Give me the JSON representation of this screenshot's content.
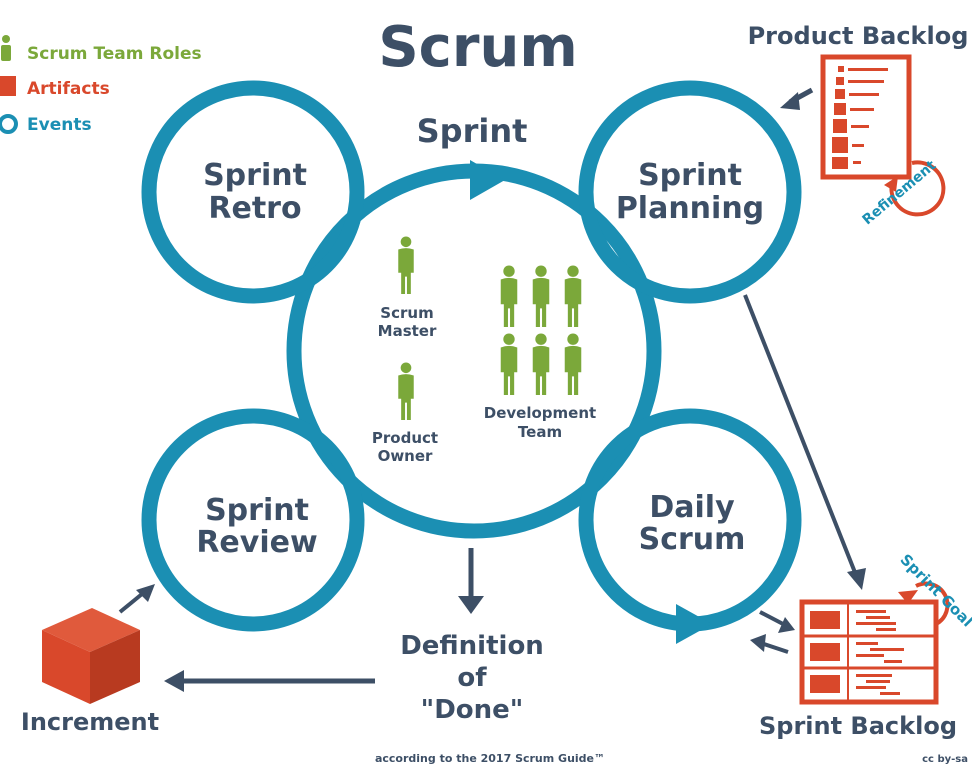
{
  "title": "Scrum",
  "legend": {
    "roles_label": "Scrum Team Roles",
    "artifacts_label": "Artifacts",
    "events_label": "Events"
  },
  "events": {
    "sprint": "Sprint",
    "retro": [
      "Sprint",
      "Retro"
    ],
    "planning": [
      "Sprint",
      "Planning"
    ],
    "review": [
      "Sprint",
      "Review"
    ],
    "daily": [
      "Daily",
      "Scrum"
    ]
  },
  "roles": {
    "scrum_master": [
      "Scrum",
      "Master"
    ],
    "product_owner": [
      "Product",
      "Owner"
    ],
    "dev_team": [
      "Development",
      "Team"
    ]
  },
  "artifacts": {
    "product_backlog": "Product Backlog",
    "refinement": "Refinement",
    "sprint_backlog": "Sprint Backlog",
    "sprint_goal": "Sprint Goal",
    "increment": "Increment"
  },
  "definition_of_done": [
    "Definition",
    "of",
    "\"Done\""
  ],
  "footer": {
    "left": "according to the 2017 Scrum Guide™",
    "right": "cc by-sa"
  },
  "colors": {
    "navy": "#3d4f66",
    "teal": "#1b8fb3",
    "green": "#7ba83a",
    "red": "#d9482b"
  }
}
